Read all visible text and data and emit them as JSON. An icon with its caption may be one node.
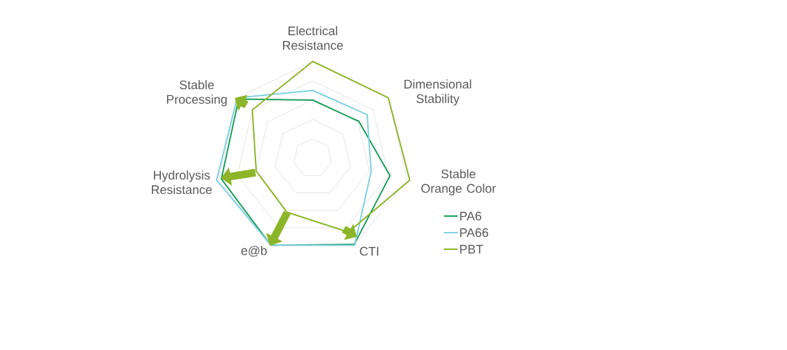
{
  "diagram": {
    "labels": [
      "Electrical Resistance",
      "Dimensional Stability",
      "Stable Orange Color",
      "CTI",
      "e@b",
      "Hydrolysis Resistance",
      "Stable Processing"
    ],
    "legend": [
      {
        "text": "PA6"
      },
      {
        "text": "PA66"
      },
      {
        "text": "PBT"
      }
    ]
  }
}
